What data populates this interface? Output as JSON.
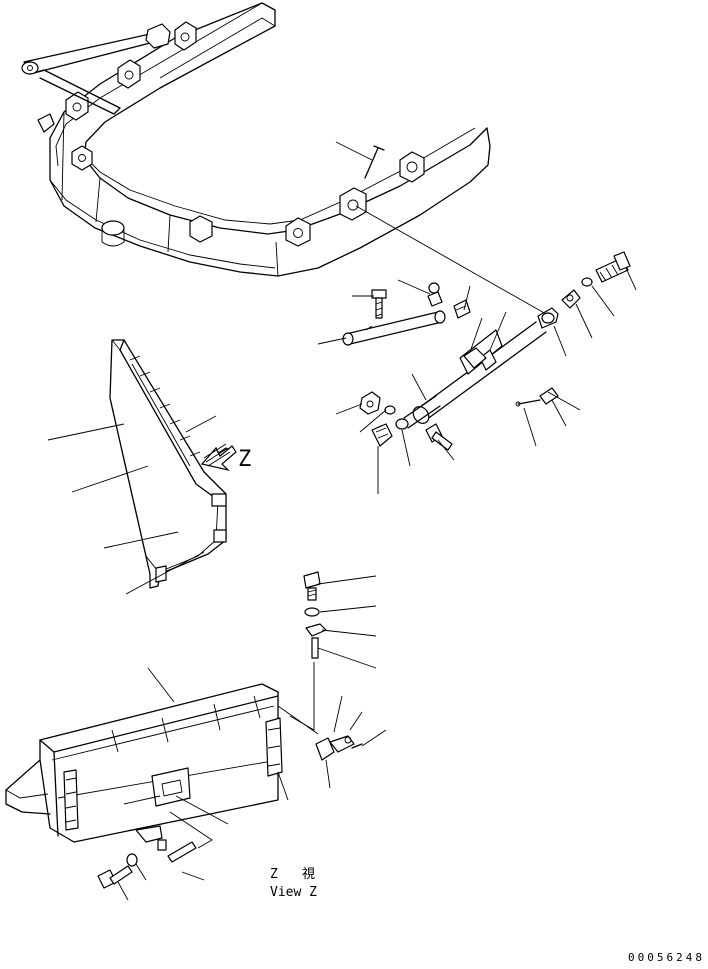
{
  "diagram": {
    "view_label_symbol": "Z",
    "view_caption_char": "視",
    "view_caption_text": "View Z",
    "arrow_label": "Z",
    "drawing_number": "00056248"
  }
}
